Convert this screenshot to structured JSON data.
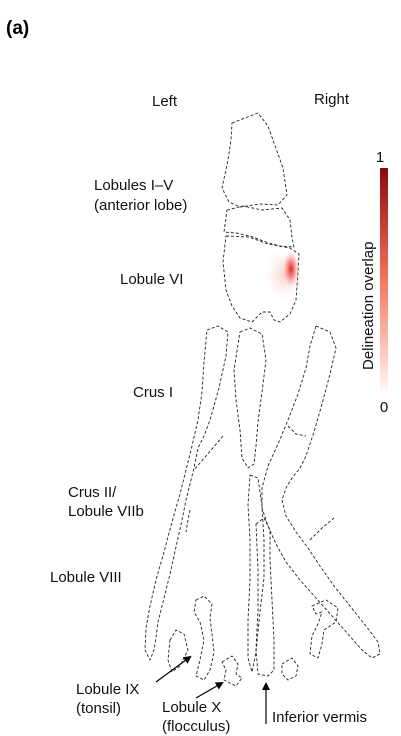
{
  "panel_label": "(a)",
  "sides": {
    "left": "Left",
    "right": "Right"
  },
  "labels": {
    "lobules_1_5_line1": "Lobules I–V",
    "lobules_1_5_line2": "(anterior lobe)",
    "lobule_6": "Lobule VI",
    "crus_1": "Crus I",
    "crus_2_line1": "Crus II/",
    "crus_2_line2": "Lobule VIIb",
    "lobule_8": "Lobule VIII",
    "lobule_9_line1": "Lobule IX",
    "lobule_9_line2": "(tonsil)",
    "lobule_10_line1": "Lobule X",
    "lobule_10_line2": "(flocculus)",
    "vermis": "Inferior vermis"
  },
  "colorbar": {
    "title": "Delineation overlap",
    "max_label": "1",
    "min_label": "0",
    "color_low": "#fff3f0",
    "color_mid": "#f05a3c",
    "color_high": "#8b0a0a"
  },
  "overlap_color": "#e8282a"
}
